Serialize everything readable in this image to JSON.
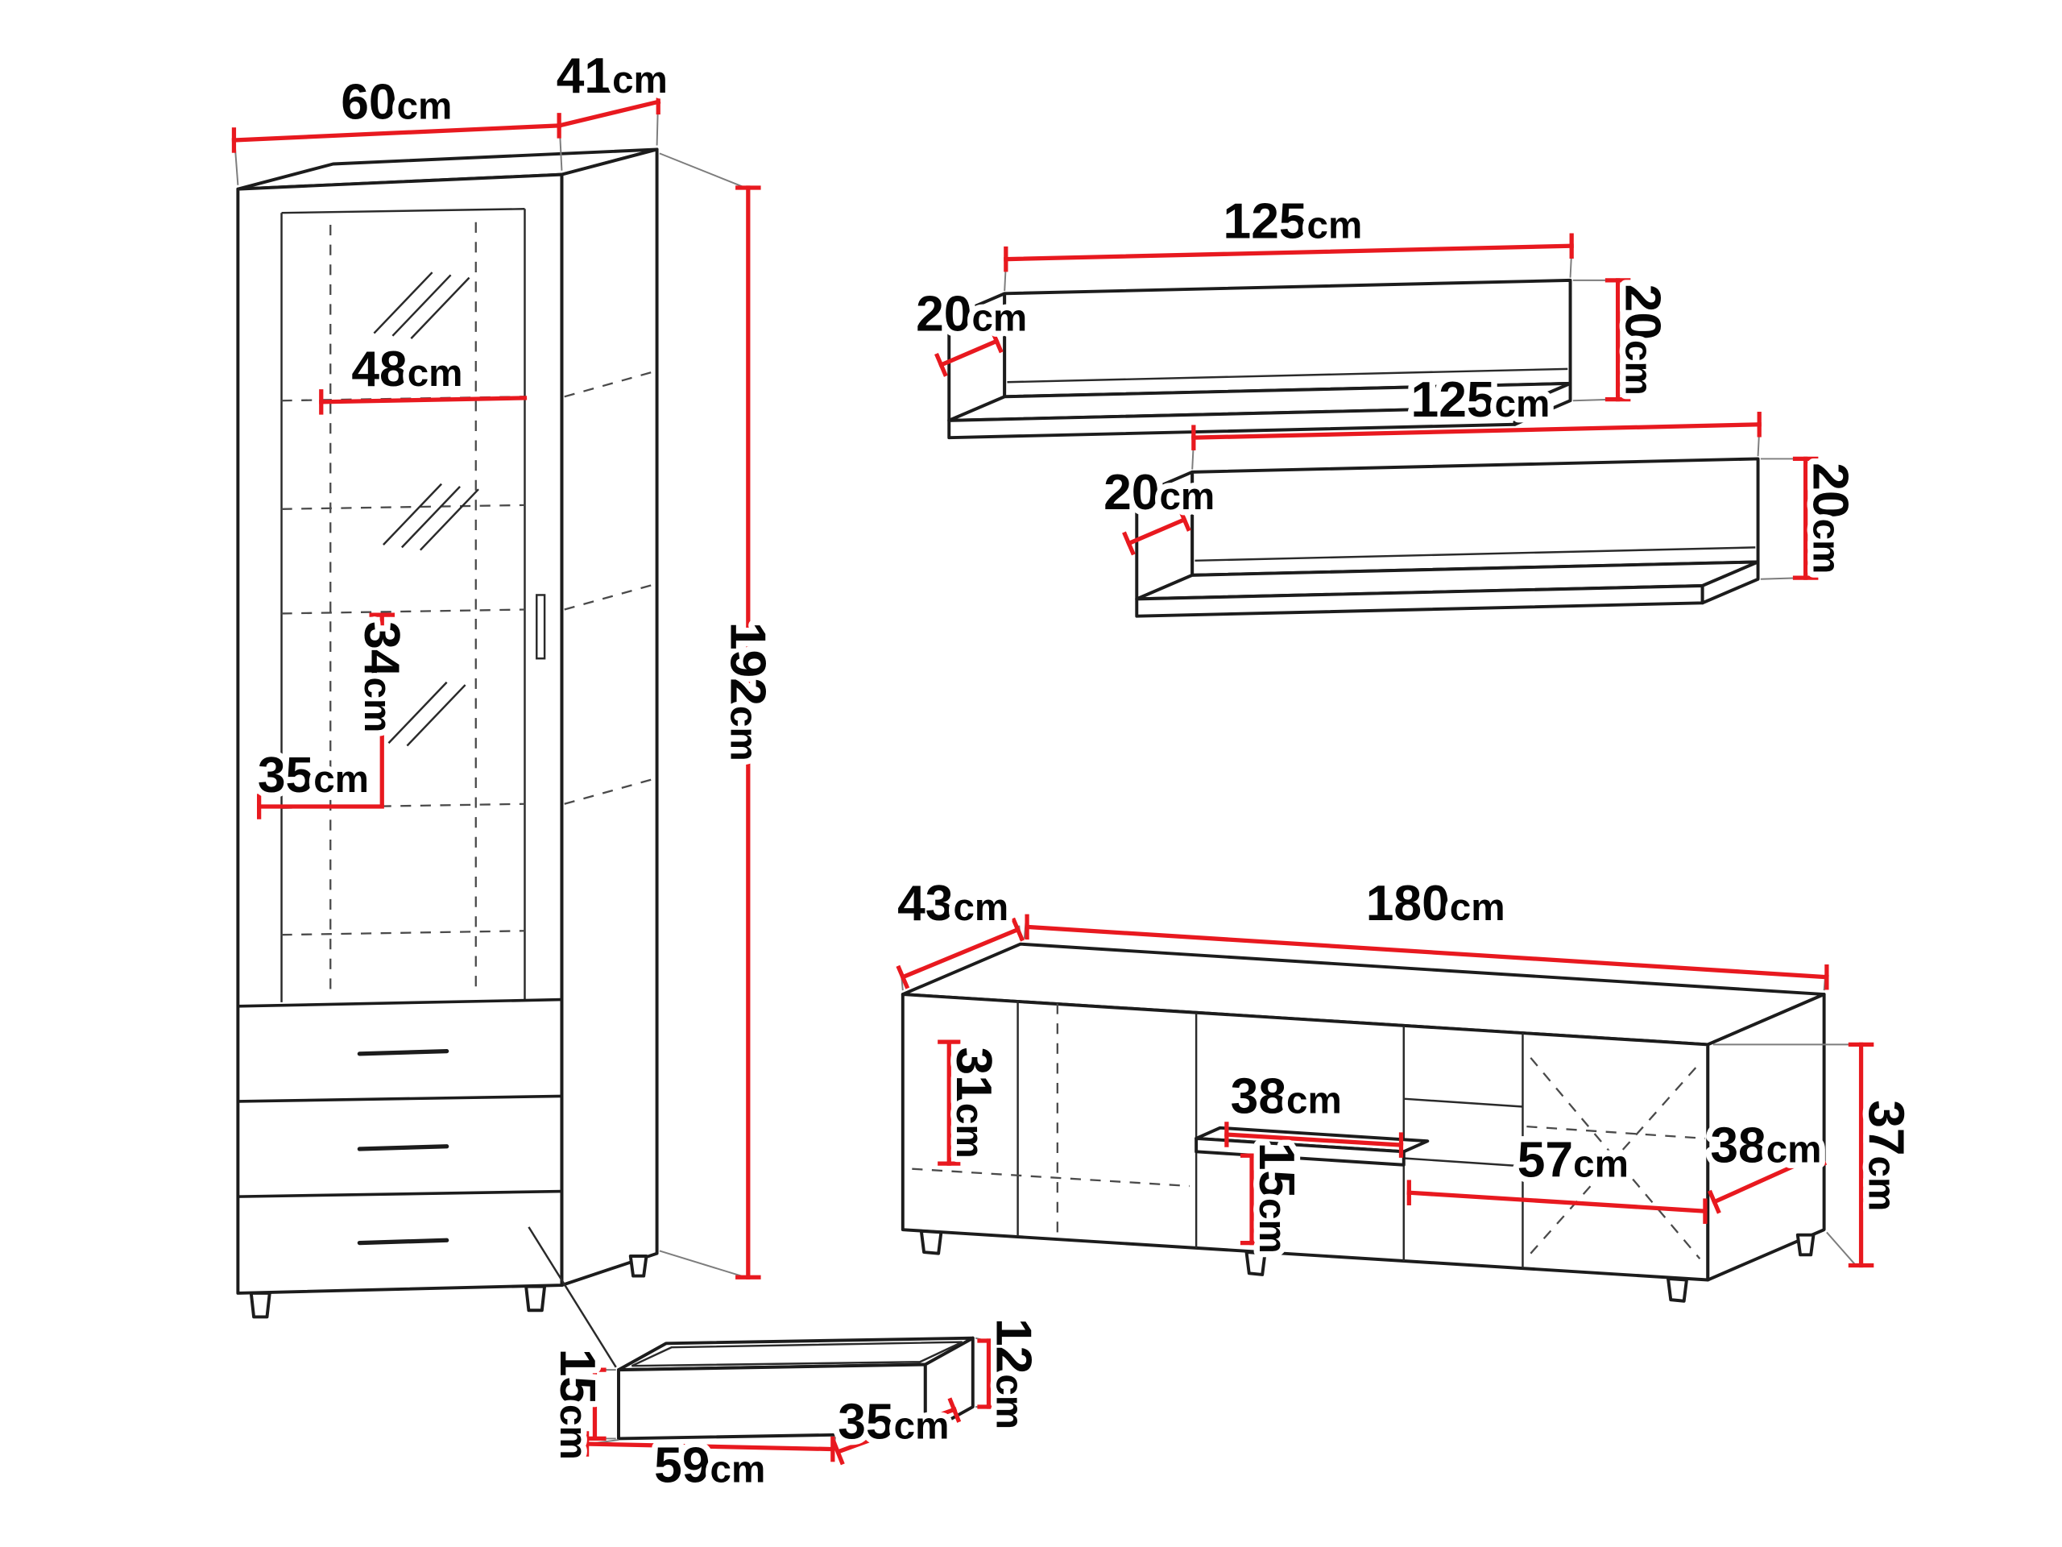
{
  "diagram": {
    "background": "#ffffff",
    "line_color": "#1c1c1c",
    "dimension_color": "#e8191f",
    "unit": "cm"
  },
  "cabinet": {
    "width": {
      "num": "60",
      "unit": "cm"
    },
    "depth": {
      "num": "41",
      "unit": "cm"
    },
    "height": {
      "num": "192",
      "unit": "cm"
    },
    "inner_width": {
      "num": "48",
      "unit": "cm"
    },
    "shelf_spacing": {
      "num": "34",
      "unit": "cm"
    },
    "inner_depth": {
      "num": "35",
      "unit": "cm"
    }
  },
  "shelf_top": {
    "length": {
      "num": "125",
      "unit": "cm"
    },
    "depth": {
      "num": "20",
      "unit": "cm"
    },
    "height": {
      "num": "20",
      "unit": "cm"
    }
  },
  "shelf_bottom": {
    "length": {
      "num": "125",
      "unit": "cm"
    },
    "depth": {
      "num": "20",
      "unit": "cm"
    },
    "height": {
      "num": "20",
      "unit": "cm"
    }
  },
  "tv_stand": {
    "depth": {
      "num": "43",
      "unit": "cm"
    },
    "width": {
      "num": "180",
      "unit": "cm"
    },
    "height": {
      "num": "37",
      "unit": "cm"
    },
    "left_inner_height": {
      "num": "31",
      "unit": "cm"
    },
    "shelf_width": {
      "num": "38",
      "unit": "cm"
    },
    "shelf_gap": {
      "num": "15",
      "unit": "cm"
    },
    "right_inner_width": {
      "num": "57",
      "unit": "cm"
    },
    "inner_depth": {
      "num": "38",
      "unit": "cm"
    }
  },
  "drawer": {
    "rear_height": {
      "num": "15",
      "unit": "cm"
    },
    "front_height": {
      "num": "12",
      "unit": "cm"
    },
    "width": {
      "num": "59",
      "unit": "cm"
    },
    "depth": {
      "num": "35",
      "unit": "cm"
    }
  }
}
